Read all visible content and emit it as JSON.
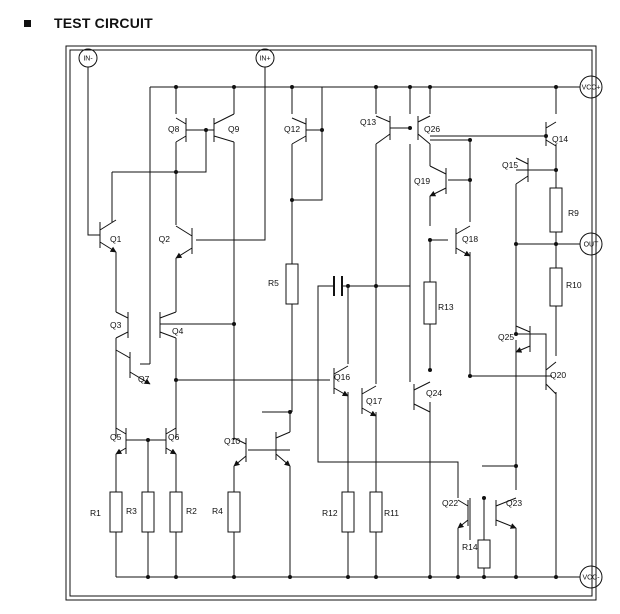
{
  "header": {
    "title": "TEST CIRCUIT"
  },
  "pins": {
    "in_minus": "IN-",
    "in_plus": "IN+",
    "vcc_plus": "VCC+",
    "out": "OUT",
    "vcc_minus": "VCC-"
  },
  "transistors": {
    "q1": "Q1",
    "q2": "Q2",
    "q3": "Q3",
    "q4": "Q4",
    "q5": "Q5",
    "q6": "Q6",
    "q7": "Q7",
    "q8": "Q8",
    "q9": "Q9",
    "q10": "Q10",
    "q12": "Q12",
    "q13": "Q13",
    "q14": "Q14",
    "q15": "Q15",
    "q16": "Q16",
    "q17": "Q17",
    "q18": "Q18",
    "q19": "Q19",
    "q20": "Q20",
    "q22": "Q22",
    "q23": "Q23",
    "q24": "Q24",
    "q25": "Q25",
    "q26": "Q26"
  },
  "resistors": {
    "r1": "R1",
    "r2": "R2",
    "r3": "R3",
    "r4": "R4",
    "r5": "R5",
    "r9": "R9",
    "r10": "R10",
    "r11": "R11",
    "r12": "R12",
    "r13": "R13",
    "r14": "R14"
  }
}
